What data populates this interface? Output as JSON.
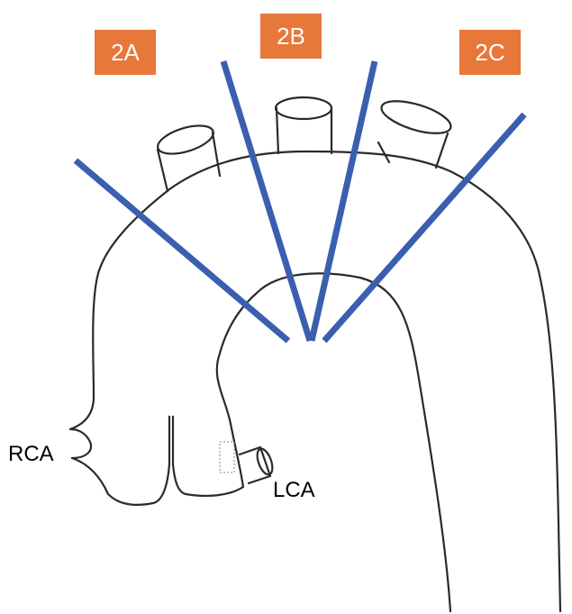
{
  "zones": [
    {
      "id": "2a",
      "label": "2A"
    },
    {
      "id": "2b",
      "label": "2B"
    },
    {
      "id": "2c",
      "label": "2C"
    }
  ],
  "vessels": {
    "rca": "RCA",
    "lca": "LCA"
  },
  "colors": {
    "zone_box": "#E8773A",
    "zone_text": "#ffffff",
    "cut_line": "#3B5FAF",
    "outline": "#2a2a2a"
  }
}
